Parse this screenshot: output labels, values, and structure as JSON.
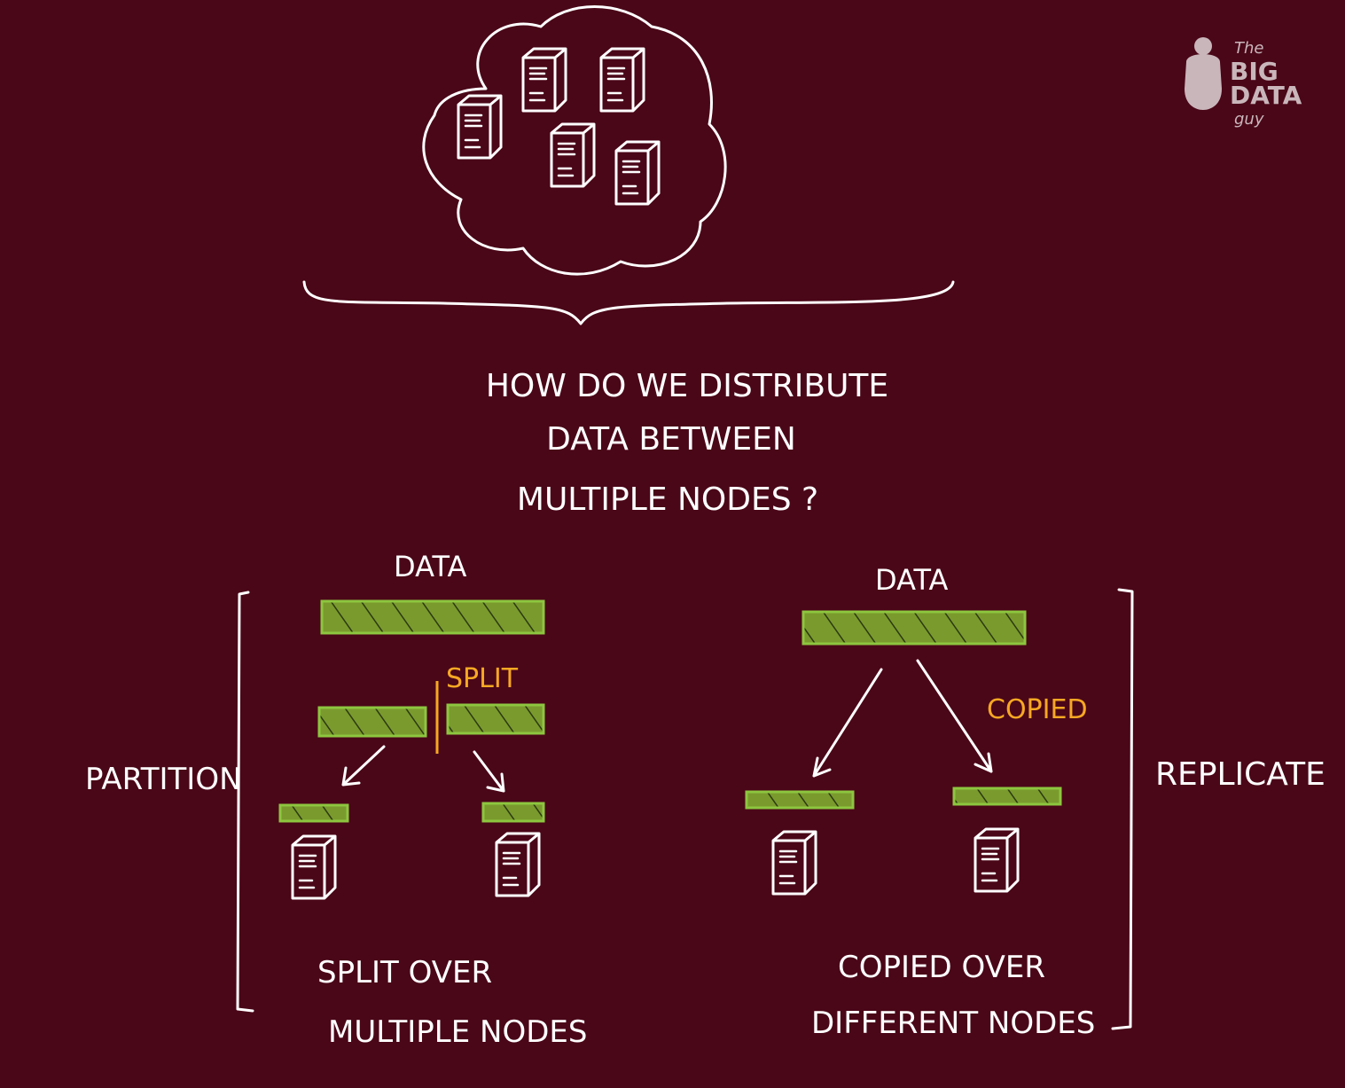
{
  "colors": {
    "background": "#4a0718",
    "ink": "#ffffff",
    "data_block": "#7a9a2e",
    "data_block_edge": "#8dc63f",
    "accent_label": "#f7a823",
    "logo": "#c9b6bb"
  },
  "logo": {
    "line1": "The",
    "line2": "BIG",
    "line3": "DATA",
    "line4": "guy"
  },
  "question": {
    "line1": "HOW DO WE DISTRIBUTE",
    "line2": "DATA BETWEEN",
    "line3": "MULTIPLE NODES ?"
  },
  "partition": {
    "side_label": "PARTITION",
    "data_label": "DATA",
    "split_label": "SPLIT",
    "caption_line1": "SPLIT OVER",
    "caption_line2": "MULTIPLE NODES"
  },
  "replicate": {
    "side_label": "REPLICATE",
    "data_label": "DATA",
    "copied_label": "COPIED",
    "caption_line1": "COPIED OVER",
    "caption_line2": "DIFFERENT NODES"
  },
  "icons": {
    "cloud": "cloud-icon",
    "server": "server-icon",
    "arrow": "arrow-icon",
    "brace": "curly-brace-icon",
    "bracket": "square-bracket-icon"
  }
}
